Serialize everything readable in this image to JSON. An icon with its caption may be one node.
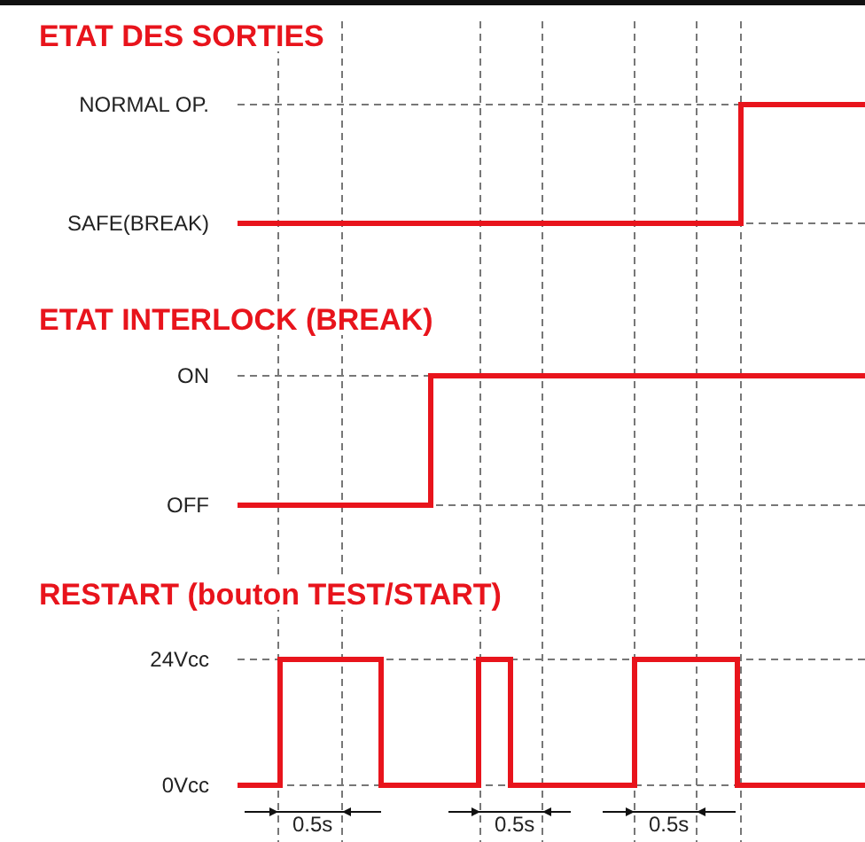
{
  "diagram": {
    "labels": [
      "ETAT DES SORTIES",
      "NORMAL OP.",
      "SAFE(BREAK)",
      "ETAT INTERLOCK (BREAK)",
      "ON",
      "OFF",
      "RESTART (bouton TEST/START)",
      "24Vcc",
      "0Vcc",
      "0.5s",
      "0.5s",
      "0.5s"
    ]
  }
}
